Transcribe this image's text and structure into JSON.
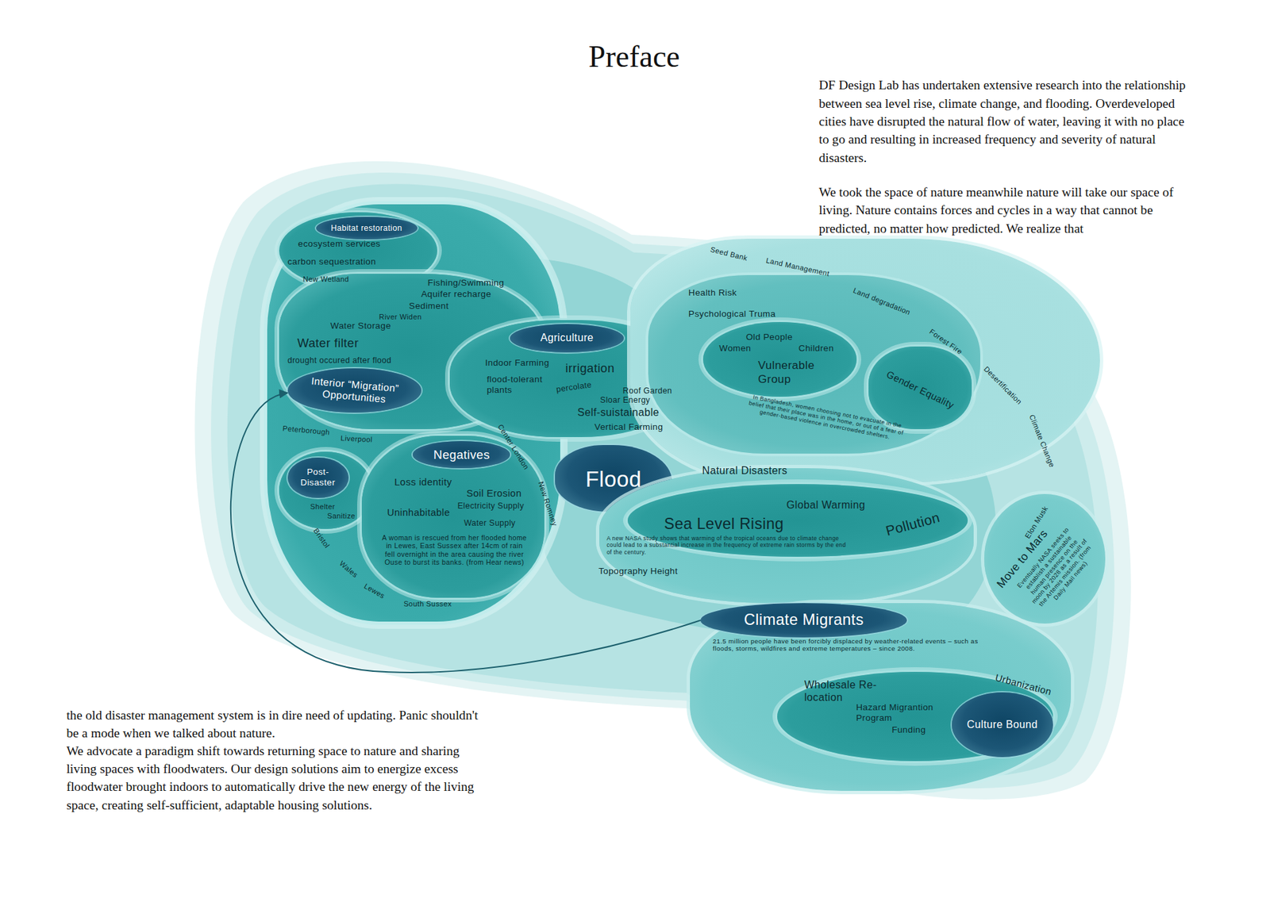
{
  "diagram": {
    "title": "Preface",
    "nodes": [
      {
        "text": [
          "Peterborough",
          "Liverpool",
          "Center London",
          "New Romney",
          "Bristol",
          "Wales",
          "Lewes",
          "South Sussex"
        ]
      },
      {
        "text": [
          "ecosystem services",
          "carbon sequestration",
          "New Wetland"
        ],
        "in": 0
      },
      {
        "text": [
          "Habitat restoration"
        ],
        "in": 1
      },
      {
        "text": [
          "Fishing/Swimming",
          "Aquifer recharge",
          "Sediment",
          "River Widen",
          "Water Storage",
          "Water filter",
          "drought occured after flood"
        ],
        "in": 0
      },
      {
        "text": [
          "Interior “Migration” Opportunities"
        ],
        "in": 3
      },
      {
        "text": [
          "Shelter",
          "Sanitize"
        ],
        "in": 0
      },
      {
        "text": [
          "Post- Disaster"
        ],
        "in": 5
      },
      {
        "text": [
          "Loss identity",
          "Soil Erosion",
          "Uninhabitable",
          "Electricity Supply",
          "Water Supply",
          "A woman is rescued from her flooded home in Lewes, East Sussex after 14cm of rain fell overnight in the area causing the river Ouse to burst its banks. (from Hear news)"
        ],
        "in": 0
      },
      {
        "text": [
          "Negatives"
        ],
        "in": 7
      },
      {
        "text": [
          "Indoor Farming",
          "irrigation",
          "flood-tolerant plants",
          "percolate",
          "Roof Garden",
          "Sloar Energy",
          "Self-suistainable",
          "Vertical Farming"
        ]
      },
      {
        "text": [
          "Agriculture"
        ],
        "in": 9
      },
      {
        "text": [
          "Flood"
        ]
      },
      {
        "text": [
          "Seed Bank",
          "Land Management",
          "Land degradation",
          "Forest Fire",
          "Desertification",
          "Climate Change"
        ]
      },
      {
        "text": [
          "Health Risk",
          "Psychological Truma",
          "In Bangladesh, women choosing not to evacuate in the belief that their place was in the home, or out of a fear of gender-based violence in overcrowded shelters."
        ],
        "in": 12
      },
      {
        "text": [
          "Old People",
          "Women",
          "Children",
          "Vulnerable Group"
        ],
        "in": 13
      },
      {
        "text": [
          "Gender Equality"
        ],
        "in": 13
      },
      {
        "text": [
          "Natural Disasters",
          "A new NASA study shows that warming of the tropical oceans due to climate change could lead to a substantial increase in the frequency of extreme rain storms by the end of the century.",
          "Topography Height"
        ]
      },
      {
        "text": [
          "Global Warming",
          "Sea Level Rising",
          "Pollution"
        ],
        "in": 16
      },
      {
        "text": [
          "Elon Musk",
          "Move to Mars",
          "Eventually NASA seeks to establish a sustainable human presence on the moon by 2028 as a result of the Artemis mission. (from Daily Mail news)"
        ]
      },
      {
        "text": [
          "21.5 million people have been forcibly displaced by weather-related events – such as floods, storms, wildfires and extreme temperatures – since 2008.",
          "Urbanization"
        ]
      },
      {
        "text": [
          "Climate Migrants"
        ],
        "in": 19
      },
      {
        "text": [
          "Wholesale Re- location",
          "Hazard Migrantion Program",
          "Funding"
        ],
        "in": 19
      },
      {
        "text": [
          "Culture Bound"
        ],
        "in": 21
      }
    ],
    "edges": [
      {
        "from": 20,
        "to": 4,
        "arrow": "to"
      }
    ],
    "labels": [
      "DF Design Lab has undertaken extensive research into the relationship between sea level rise, climate change, and flooding. Overdeveloped cities have disrupted the natural flow of water, leaving it with no place to go and resulting in increased frequency and severity of natural disasters.",
      "We took the space of nature meanwhile nature will take our space of living. Nature contains forces and cycles in a way that cannot be predicted, no matter how predicted. We realize that",
      "the old disaster management system is in dire need of updating. Panic shouldn't be a mode when we talked about nature.",
      "We advocate a paradigm shift towards returning space to nature and sharing living spaces with floodwaters. Our design solutions aim to energize excess floodwater brought indoors to automatically drive the new energy of the living space, creating self-sufficient, adaptable housing solutions."
    ]
  }
}
